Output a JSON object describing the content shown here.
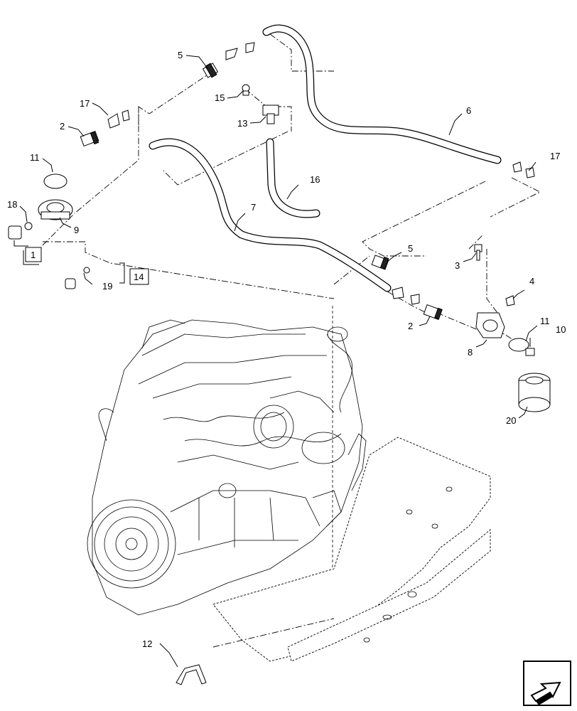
{
  "callouts": {
    "c1": "1",
    "c2a": "2",
    "c2b": "2",
    "c3": "3",
    "c4": "4",
    "c5a": "5",
    "c5b": "5",
    "c6": "6",
    "c7": "7",
    "c8": "8",
    "c9": "9",
    "c10": "10",
    "c11a": "11",
    "c11b": "11",
    "c12": "12",
    "c13": "13",
    "c14": "14",
    "c15": "15",
    "c16": "16",
    "c17a": "17",
    "c17b": "17",
    "c18": "18",
    "c19": "19",
    "c20": "20"
  },
  "icons": {
    "nav": "arrow-navigation-icon"
  }
}
